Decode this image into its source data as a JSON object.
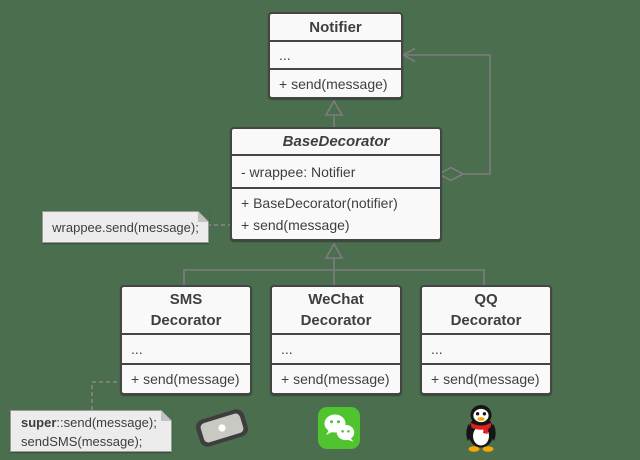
{
  "colors": {
    "background": "#4a6e4e",
    "box_fill": "#f9f9f9",
    "box_border": "#454545",
    "note_fill": "#ececec",
    "connector": "#7d7d7d",
    "text": "#3f3f3f",
    "wechat_green": "#4fc42e",
    "qq_scarf_red": "#e02020",
    "qq_beak_orange": "#f5a800"
  },
  "diagram": {
    "notifier": {
      "title": "Notifier",
      "fields_placeholder": "...",
      "method": "+ send(message)"
    },
    "base_decorator": {
      "title": "BaseDecorator",
      "field": "- wrappee: Notifier",
      "methods": [
        "+ BaseDecorator(notifier)",
        "+ send(message)"
      ]
    },
    "decorators": [
      {
        "name": "SMS",
        "suffix": "Decorator",
        "fields_placeholder": "...",
        "method": "+ send(message)"
      },
      {
        "name": "WeChat",
        "suffix": "Decorator",
        "fields_placeholder": "...",
        "method": "+ send(message)"
      },
      {
        "name": "QQ",
        "suffix": "Decorator",
        "fields_placeholder": "...",
        "method": "+ send(message)"
      }
    ],
    "notes": {
      "wrappee_note": "wrappee.send(message);",
      "override_note": {
        "keyword": "super",
        "rest": "::send(message);",
        "line2": "sendSMS(message);"
      }
    },
    "icons": [
      "smartphone-icon",
      "wechat-icon",
      "qq-icon"
    ]
  }
}
